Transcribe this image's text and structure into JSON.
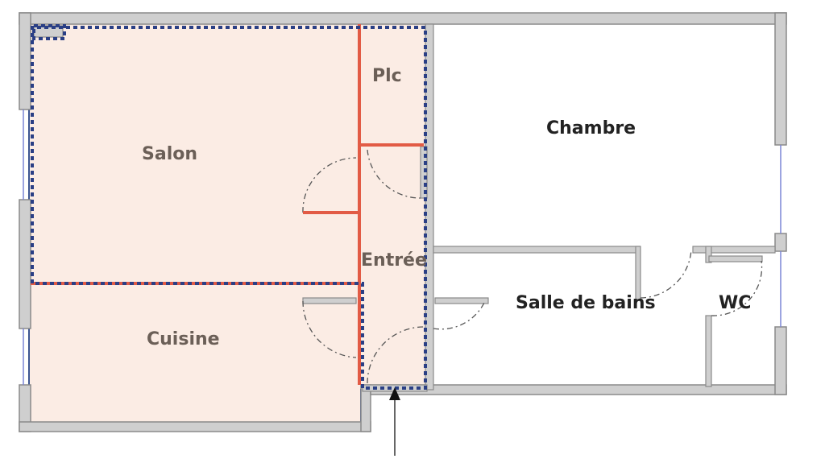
{
  "rooms": {
    "salon": "Salon",
    "plc": "Plc",
    "chambre": "Chambre",
    "entree": "Entrée",
    "cuisine": "Cuisine",
    "salle_de_bains": "Salle de bains",
    "wc": "WC"
  },
  "colors": {
    "wall_fill": "#cfcfcf",
    "wall_stroke": "#8a8a8a",
    "highlight_fill": "#fbece4",
    "highlight_border": "#3b5591",
    "dotted_outline": "#2a3f85",
    "new_partition": "#e25b45",
    "door_arc": "#555555",
    "arrow": "#333333"
  },
  "icons": {
    "entrance_arrow": "arrow-up-icon"
  }
}
